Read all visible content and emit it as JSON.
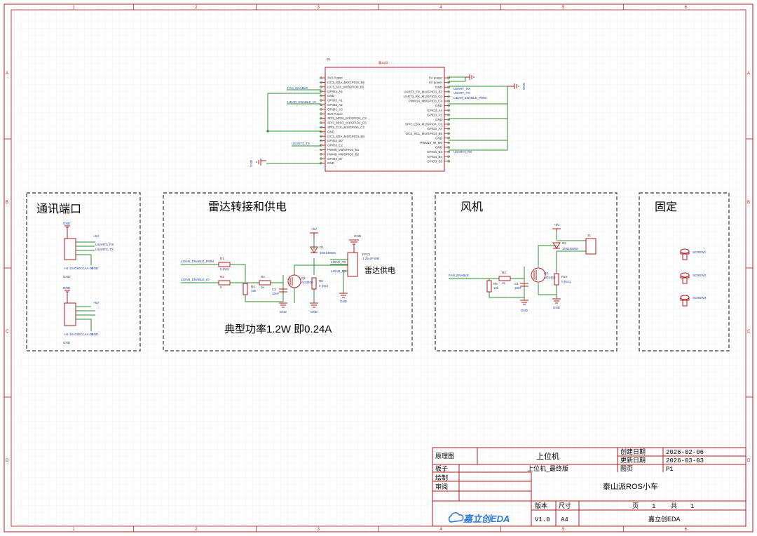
{
  "border": {
    "cols": [
      "1",
      "2",
      "3",
      "4",
      "5",
      "6"
    ],
    "rows": [
      "A",
      "B",
      "C",
      "D"
    ]
  },
  "mcu": {
    "ref": "B1",
    "name": "泰山派",
    "left_pins": [
      "3V3 Power",
      "I2C3_SDA_M0/GPIO0_B6",
      "I2C3_SCL_M0/GPIO0_B5",
      "GPIO1_A4",
      "GND",
      "GPIO3_A1",
      "GPIO3_A2",
      "GPIO3_A3",
      "3V3 Power",
      "SPI3_MOSI_M1/GPIO4_C3",
      "SPI3_MISO_M1/GPIO4_C5",
      "SPI3_CLK_M1/GPIO4_C2",
      "GND",
      "I2C3_SDA_M1/GPIO3_B6",
      "GPIO3_B0",
      "GPIO3_C2",
      "PWM8_M0/GPIO3_B1",
      "PWM9_M0/GPIO3_B2",
      "GPIO3_B7",
      "GND"
    ],
    "right_pins": [
      "5V power",
      "5V power",
      "GND",
      "UART3_TX_M1/GPIO3_B7",
      "UART3_RX_M1/GPIO3_C0",
      "PWM14_M0/GPIO3_C4",
      "GND",
      "GPIO3_A4",
      "GPIO3_A5",
      "GND",
      "SPI3_CS0_M1/GPIO4_C6",
      "GPIO3_A7",
      "I2C3_SCL_M1/GPIO3_B5",
      "GND",
      "PWM15_IR_M0",
      "GND",
      "GPIO3_B3",
      "GPIO3_B4",
      "GPIO3_B5"
    ],
    "left_nets": [
      "FAN_ENABLE",
      "LIDAR_ENABLE_IO",
      "USART3_TX"
    ],
    "right_nets": [
      "USART_RX",
      "USART_TX",
      "LIDAR_ENABLE_PWM",
      "USART3_RX"
    ],
    "gnd": "GND"
  },
  "sections": {
    "comm": {
      "title": "通讯端口",
      "gnd": "GND",
      "v5": "+5V",
      "net_rx": "USART5_RX",
      "net_tx": "USART2_TX",
      "conn1": "H1-2S-GWCCAA-04",
      "conn2": "H1-2S-GWCCAA-04"
    },
    "lidar": {
      "title": "雷达转接和供电",
      "note": "典型功率1.2W 即0.24A",
      "label": "雷达供电",
      "net_pwm": "LIDAR_ENABLE_PWM",
      "net_io": "LIDAR_ENABLE_IO",
      "r1": "R1",
      "r1v": "0 (NC)",
      "r2": "R2",
      "r2v": "0",
      "r3": "R3",
      "r3v": "1k",
      "r4": "R4",
      "r4v": "10k",
      "r6": "R6",
      "r6v": "0 (NC)",
      "c2": "C2",
      "c2v": "10nF",
      "q": "Q1",
      "qv": "AO3400",
      "d": "D1",
      "dv": "1N4148WS",
      "fpc": "FPC1",
      "fpcv": "1.25-4P WB",
      "fpc_net1": "LIDAR_TX",
      "fpc_net2": "LIDAR_RX",
      "v5": "+5V",
      "gnd": "GND"
    },
    "fan": {
      "title": "风机",
      "net": "FAN_ENABLE",
      "r3": "R3",
      "r3v": "1k",
      "r5": "R5",
      "r5v": "10k",
      "c1": "C1",
      "c1v": "10nF",
      "q": "Q2",
      "qv": "AO3400",
      "d": "D2",
      "dv": "1N4148WS",
      "r10": "R10",
      "r10v": "0 (NC)",
      "j": "J1",
      "v5": "+5V",
      "gnd": "GND"
    },
    "fix": {
      "title": "固定",
      "screws": [
        "SCREW1",
        "SCREW2",
        "SCREW3"
      ]
    }
  },
  "title_block": {
    "schematic_label": "原理图",
    "schematic_value": "上位机",
    "board_label": "板子",
    "board_value": "上位机_最终版",
    "drawn_label": "绘制",
    "review_label": "审阅",
    "created_label": "创建日期",
    "created_value": "2026-02-06",
    "updated_label": "更新日期",
    "updated_value": "2026-03-03",
    "page_label": "图页",
    "page_value": "P1",
    "project": "泰山派ROS小车",
    "version_label": "版本",
    "size_label": "尺寸",
    "page_word": "页",
    "page_no": "1",
    "total_word": "共",
    "total_no": "1",
    "version_value": "V1.0",
    "size_value": "A4",
    "company": "嘉立创EDA",
    "logo_text": "嘉立创EDA"
  },
  "colors": {
    "grid": "#e6e6e6",
    "wire": "#2e8b2e",
    "component": "#b3181a",
    "net": "#1a3aa8",
    "border": "#b3181a"
  }
}
